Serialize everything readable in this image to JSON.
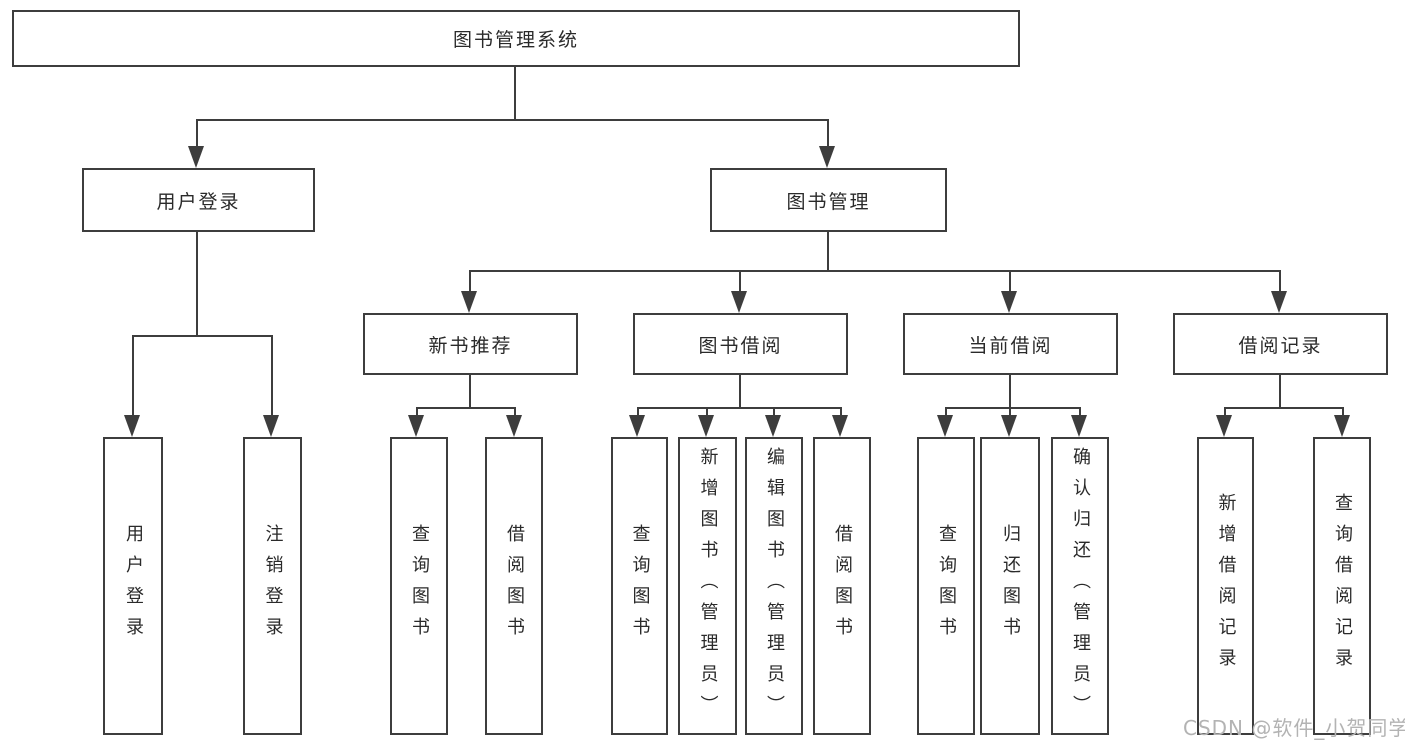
{
  "tree": {
    "root": "图书管理系统",
    "user_login": {
      "label": "用户登录",
      "children": [
        "用户登录",
        "注销登录"
      ]
    },
    "book_management": {
      "label": "图书管理",
      "groups": [
        {
          "label": "新书推荐",
          "children": [
            "查询图书",
            "借阅图书"
          ]
        },
        {
          "label": "图书借阅",
          "children": [
            "查询图书",
            "新增图书（管理员）",
            "编辑图书（管理员）",
            "借阅图书"
          ]
        },
        {
          "label": "当前借阅",
          "children": [
            "查询图书",
            "归还图书",
            "确认归还（管理员）"
          ]
        },
        {
          "label": "借阅记录",
          "children": [
            "新增借阅记录",
            "查询借阅记录"
          ]
        }
      ]
    }
  },
  "watermark": "CSDN @软件_小贺同学",
  "colors": {
    "line": "#3d3d3d",
    "text": "#2a2a2a",
    "watermark": "#b3b3b3",
    "background": "#ffffff"
  }
}
